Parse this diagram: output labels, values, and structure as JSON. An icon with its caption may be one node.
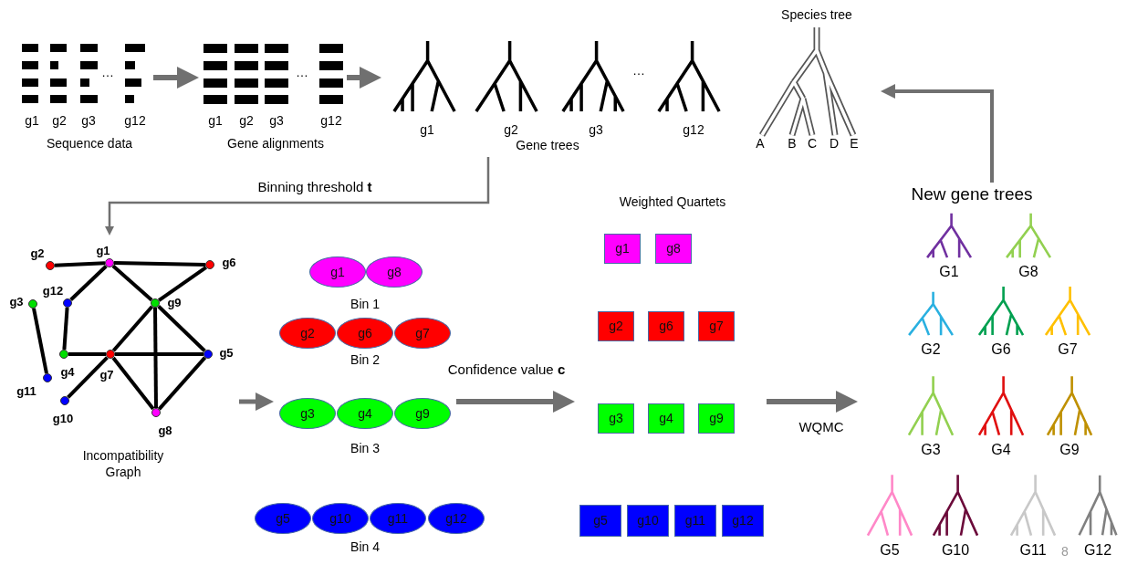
{
  "diagram": {
    "nodes": [
      {
        "text": [
          "g1",
          "g2",
          "g3",
          "…",
          "g12",
          "Sequence data"
        ]
      },
      {
        "text": [
          "g1",
          "g2",
          "g3",
          "…",
          "g12",
          "Gene alignments"
        ]
      },
      {
        "text": [
          "g1",
          "g2",
          "g3",
          "…",
          "g12",
          "Gene trees"
        ]
      },
      {
        "text": [
          "Species tree",
          "A",
          "B",
          "C",
          "D",
          "E"
        ]
      },
      {
        "text": [
          "Incompatibility Graph"
        ]
      },
      {
        "text": [
          "g1"
        ],
        "in": 4
      },
      {
        "text": [
          "g2"
        ],
        "in": 4
      },
      {
        "text": [
          "g3"
        ],
        "in": 4
      },
      {
        "text": [
          "g4"
        ],
        "in": 4
      },
      {
        "text": [
          "g5"
        ],
        "in": 4
      },
      {
        "text": [
          "g6"
        ],
        "in": 4
      },
      {
        "text": [
          "g7"
        ],
        "in": 4
      },
      {
        "text": [
          "g8"
        ],
        "in": 4
      },
      {
        "text": [
          "g9"
        ],
        "in": 4
      },
      {
        "text": [
          "g10"
        ],
        "in": 4
      },
      {
        "text": [
          "g11"
        ],
        "in": 4
      },
      {
        "text": [
          "g12"
        ],
        "in": 4
      },
      {
        "text": [
          "Bin 1"
        ]
      },
      {
        "text": [
          "g1"
        ],
        "in": 17
      },
      {
        "text": [
          "g8"
        ],
        "in": 17
      },
      {
        "text": [
          "Bin 2"
        ]
      },
      {
        "text": [
          "g2"
        ],
        "in": 20
      },
      {
        "text": [
          "g6"
        ],
        "in": 20
      },
      {
        "text": [
          "g7"
        ],
        "in": 20
      },
      {
        "text": [
          "Bin 3"
        ]
      },
      {
        "text": [
          "g3"
        ],
        "in": 24
      },
      {
        "text": [
          "g4"
        ],
        "in": 24
      },
      {
        "text": [
          "g9"
        ],
        "in": 24
      },
      {
        "text": [
          "Bin 4"
        ]
      },
      {
        "text": [
          "g5"
        ],
        "in": 28
      },
      {
        "text": [
          "g10"
        ],
        "in": 28
      },
      {
        "text": [
          "g11"
        ],
        "in": 28
      },
      {
        "text": [
          "g12"
        ],
        "in": 28
      },
      {
        "text": [
          "Weighted Quartets"
        ]
      },
      {
        "text": [
          "g1"
        ],
        "in": 33
      },
      {
        "text": [
          "g8"
        ],
        "in": 33
      },
      {
        "text": [
          "g2"
        ],
        "in": 33
      },
      {
        "text": [
          "g6"
        ],
        "in": 33
      },
      {
        "text": [
          "g7"
        ],
        "in": 33
      },
      {
        "text": [
          "g3"
        ],
        "in": 33
      },
      {
        "text": [
          "g4"
        ],
        "in": 33
      },
      {
        "text": [
          "g9"
        ],
        "in": 33
      },
      {
        "text": [
          "g5"
        ],
        "in": 33
      },
      {
        "text": [
          "g10"
        ],
        "in": 33
      },
      {
        "text": [
          "g11"
        ],
        "in": 33
      },
      {
        "text": [
          "g12"
        ],
        "in": 33
      },
      {
        "text": [
          "New gene trees"
        ]
      },
      {
        "text": [
          "G1"
        ],
        "in": 46
      },
      {
        "text": [
          "G8"
        ],
        "in": 46
      },
      {
        "text": [
          "G2"
        ],
        "in": 46
      },
      {
        "text": [
          "G6"
        ],
        "in": 46
      },
      {
        "text": [
          "G7"
        ],
        "in": 46
      },
      {
        "text": [
          "G3"
        ],
        "in": 46
      },
      {
        "text": [
          "G4"
        ],
        "in": 46
      },
      {
        "text": [
          "G9"
        ],
        "in": 46
      },
      {
        "text": [
          "G5"
        ],
        "in": 46
      },
      {
        "text": [
          "G10"
        ],
        "in": 46
      },
      {
        "text": [
          "G11"
        ],
        "in": 46
      },
      {
        "text": [
          "G12"
        ],
        "in": 46
      }
    ],
    "edges": [
      {
        "from": 0,
        "to": 1,
        "arrow": "to",
        "color": "#707070"
      },
      {
        "from": 1,
        "to": 2,
        "arrow": "to",
        "color": "#707070"
      },
      {
        "from": 2,
        "to": 4,
        "arrow": "to",
        "color": "#707070",
        "label": "Binning threshold **t**"
      },
      {
        "from": 4,
        "to": 24,
        "arrow": "to",
        "color": "#707070"
      },
      {
        "from": 24,
        "to": 33,
        "arrow": "to",
        "color": "#707070",
        "label": "Confidence value **c**"
      },
      {
        "from": 33,
        "to": 46,
        "arrow": "to",
        "color": "#707070",
        "label": "WQMC"
      },
      {
        "from": 46,
        "to": 3,
        "arrow": "to",
        "color": "#707070"
      },
      {
        "from": 6,
        "to": 5,
        "arrow": "none"
      },
      {
        "from": 5,
        "to": 10,
        "arrow": "none"
      },
      {
        "from": 5,
        "to": 16,
        "arrow": "none"
      },
      {
        "from": 5,
        "to": 13,
        "arrow": "none"
      },
      {
        "from": 10,
        "to": 13,
        "arrow": "none"
      },
      {
        "from": 16,
        "to": 8,
        "arrow": "none"
      },
      {
        "from": 7,
        "to": 15,
        "arrow": "none"
      },
      {
        "from": 8,
        "to": 11,
        "arrow": "none"
      },
      {
        "from": 11,
        "to": 9,
        "arrow": "none"
      },
      {
        "from": 11,
        "to": 13,
        "arrow": "none"
      },
      {
        "from": 11,
        "to": 14,
        "arrow": "none"
      },
      {
        "from": 11,
        "to": 12,
        "arrow": "none"
      },
      {
        "from": 13,
        "to": 12,
        "arrow": "none"
      },
      {
        "from": 13,
        "to": 9,
        "arrow": "none"
      },
      {
        "from": 9,
        "to": 12,
        "arrow": "none"
      }
    ],
    "labels": [
      "8"
    ]
  }
}
